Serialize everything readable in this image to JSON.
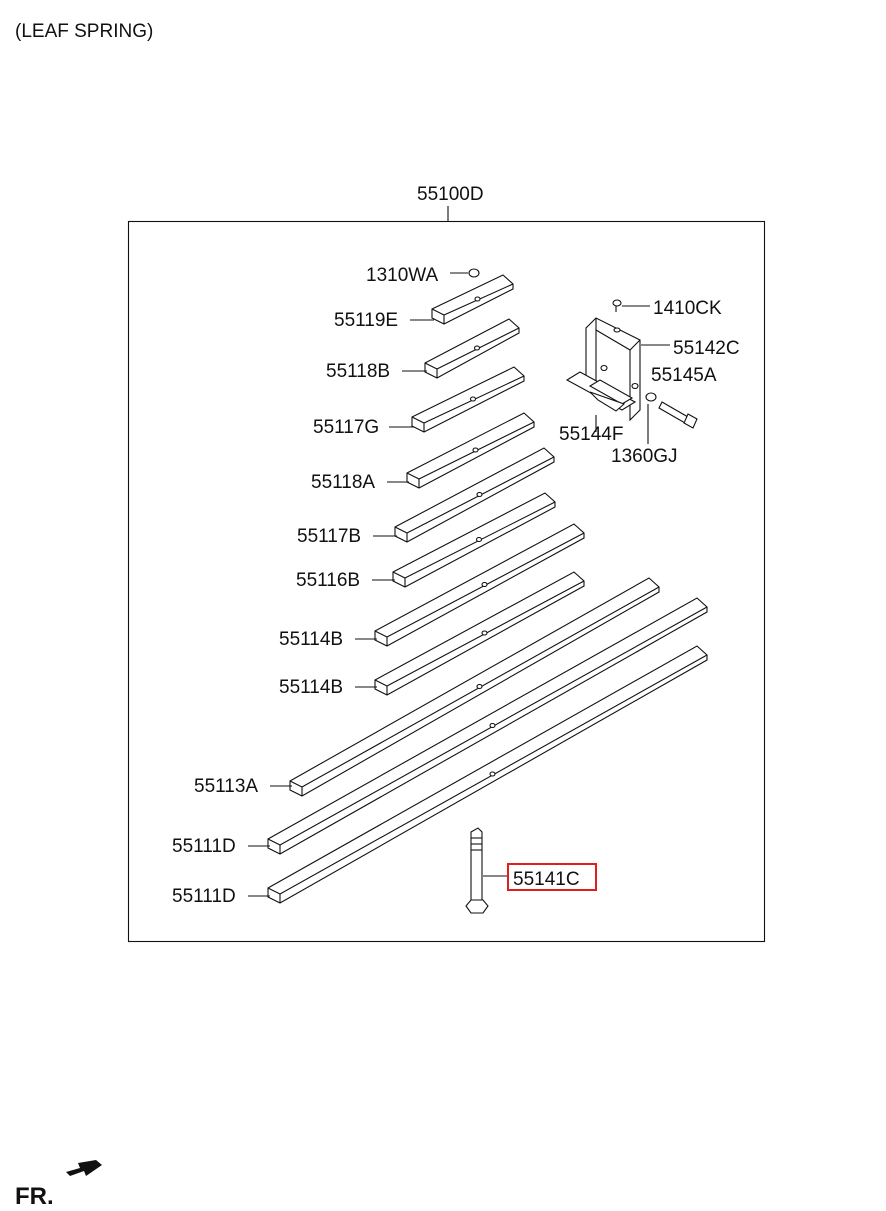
{
  "title": "(LEAF SPRING)",
  "assembly_label": "55100D",
  "direction_label": "FR.",
  "highlight_color": "#e01e1e",
  "leaves": [
    {
      "label": "55119E"
    },
    {
      "label": "55118B"
    },
    {
      "label": "55117G"
    },
    {
      "label": "55118A"
    },
    {
      "label": "55117B"
    },
    {
      "label": "55116B"
    },
    {
      "label": "55114B"
    },
    {
      "label": "55114B"
    },
    {
      "label": "55113A"
    },
    {
      "label": "55111D"
    },
    {
      "label": "55111D"
    }
  ],
  "parts": {
    "nut": "1310WA",
    "clip_bolt": "1410CK",
    "clip": "55142C",
    "bolt": "55145A",
    "spacer": "55144F",
    "nut2": "1360GJ",
    "center_bolt": "55141C"
  }
}
